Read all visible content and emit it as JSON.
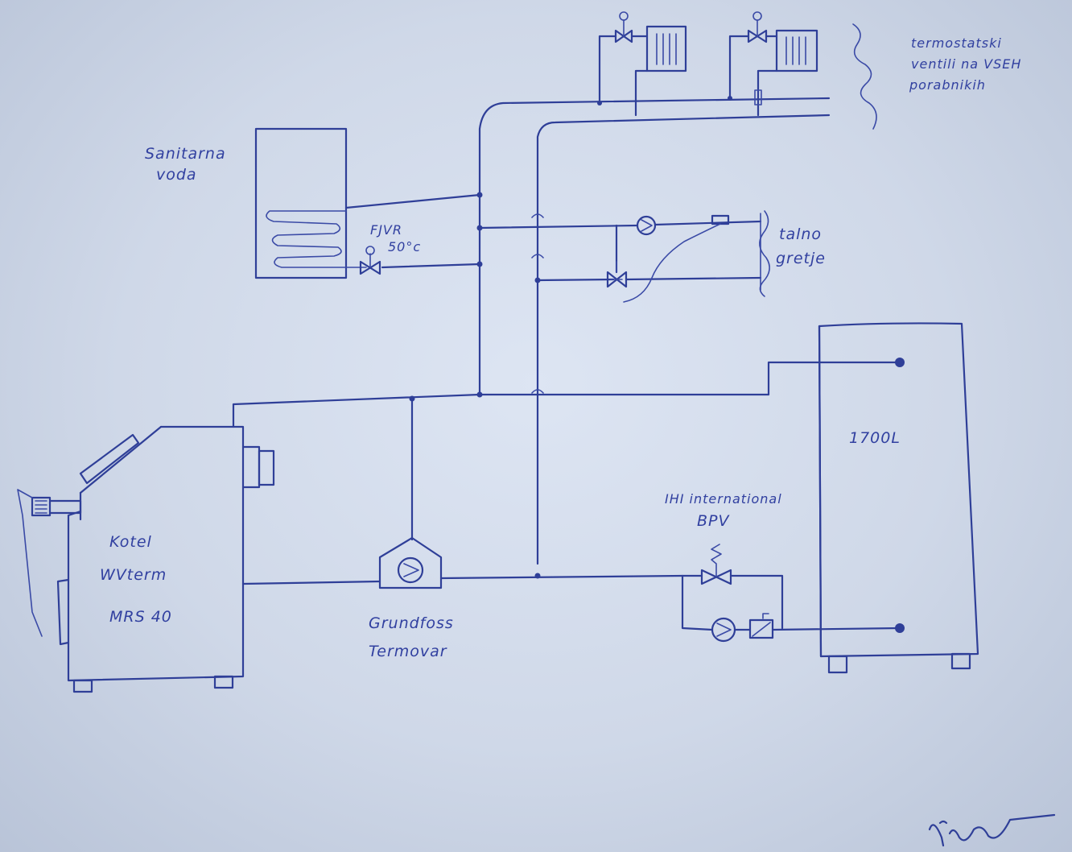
{
  "labels": {
    "sanitary_water": [
      "Sanitarna",
      "voda"
    ],
    "thermostatic_valves": [
      "termostatski",
      "ventili na VSEH",
      "porabnikih"
    ],
    "valve_setting": [
      "FJVR",
      "50°c"
    ],
    "floor_heating": [
      "talno",
      "gretje"
    ],
    "tank_volume": "1700L",
    "bypass_valve": [
      "IHI international",
      "BPV"
    ],
    "boiler": [
      "Kotel",
      "WVterm",
      "MRS 40"
    ],
    "pump": [
      "Grundfoss",
      "Termovar"
    ]
  },
  "colors": {
    "ink": "#2f3f98",
    "paper": "#d7dfee"
  }
}
